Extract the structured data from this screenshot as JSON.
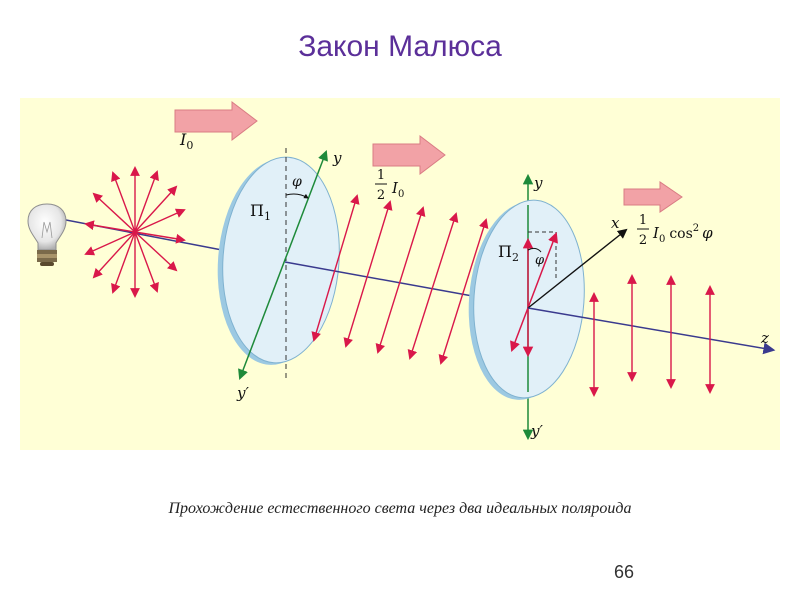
{
  "slide": {
    "title": "Закон Малюса",
    "caption": "Прохождение естественного света через два идеальных поляроида",
    "page_number": "66"
  },
  "diagram": {
    "labels": {
      "intensity_in": "I",
      "intensity_in_sub": "0",
      "half_num": "1",
      "half_den": "2",
      "half_intensity": "I",
      "half_intensity_sub": "0",
      "final_half_num": "1",
      "final_half_den": "2",
      "final_intensity": "I",
      "final_intensity_sub": "0",
      "final_cos": "cos",
      "final_cos_exp": "2",
      "final_phi": "φ",
      "polarizer1": "П",
      "polarizer1_sub": "1",
      "polarizer2": "П",
      "polarizer2_sub": "2",
      "angle1": "φ",
      "angle2": "φ",
      "axis_y1": "y",
      "axis_y1_prime": "y′",
      "axis_y2": "y",
      "axis_y2_prime": "y′",
      "axis_x": "x",
      "axis_z": "z"
    },
    "colors": {
      "panel_background": "#FFFFD6",
      "light_ray": "#D9184A",
      "beam_axis": "#3A3A8E",
      "transmission_axis": "#1E8A3A",
      "flow_arrow": "#F2A2A6",
      "polarizer_fill": "#E1F0F8",
      "polarizer_rim": "#9CC9E2"
    }
  }
}
